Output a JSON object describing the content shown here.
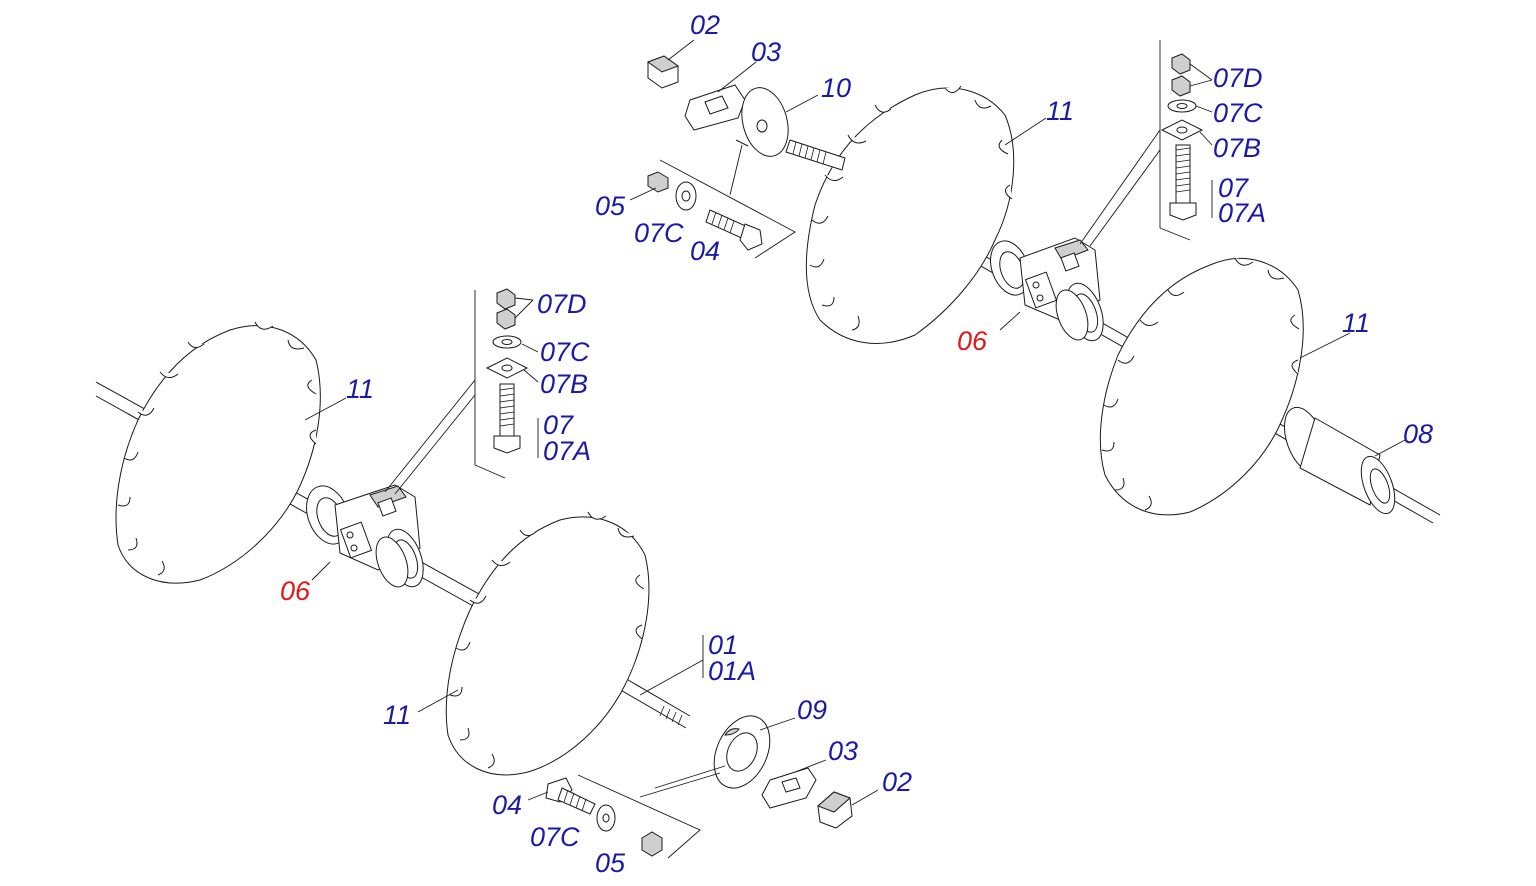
{
  "colors": {
    "label_primary": "#1a1aa8",
    "label_highlight": "#e01818",
    "line_art": "#1a1a1a"
  },
  "callouts": {
    "top": {
      "p02": "02",
      "p03": "03",
      "p10": "10",
      "p05": "05",
      "p07c": "07C",
      "p04": "04",
      "p11a": "11",
      "p07d": "07D",
      "p07c_b": "07C",
      "p07b": "07B",
      "p07": "07",
      "p07a": "07A",
      "p06": "06",
      "p11b": "11",
      "p08": "08"
    },
    "bottom": {
      "p07d": "07D",
      "p07c": "07C",
      "p07b": "07B",
      "p07": "07",
      "p07a": "07A",
      "p11a": "11",
      "p06": "06",
      "p01": "01",
      "p01a": "01A",
      "p11b": "11",
      "p09": "09",
      "p03": "03",
      "p02": "02",
      "p04": "04",
      "p07c_b": "07C",
      "p05": "05"
    }
  }
}
